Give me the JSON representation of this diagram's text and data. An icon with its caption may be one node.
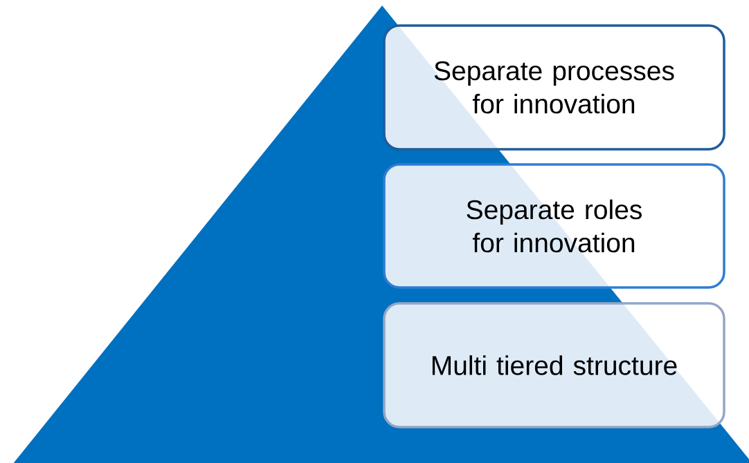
{
  "diagram": {
    "nodes": [
      {
        "text": [
          "Separate processes for innovation"
        ]
      },
      {
        "text": [
          "Separate roles for innovation"
        ]
      },
      {
        "text": [
          "Multi tiered structure"
        ]
      }
    ]
  }
}
